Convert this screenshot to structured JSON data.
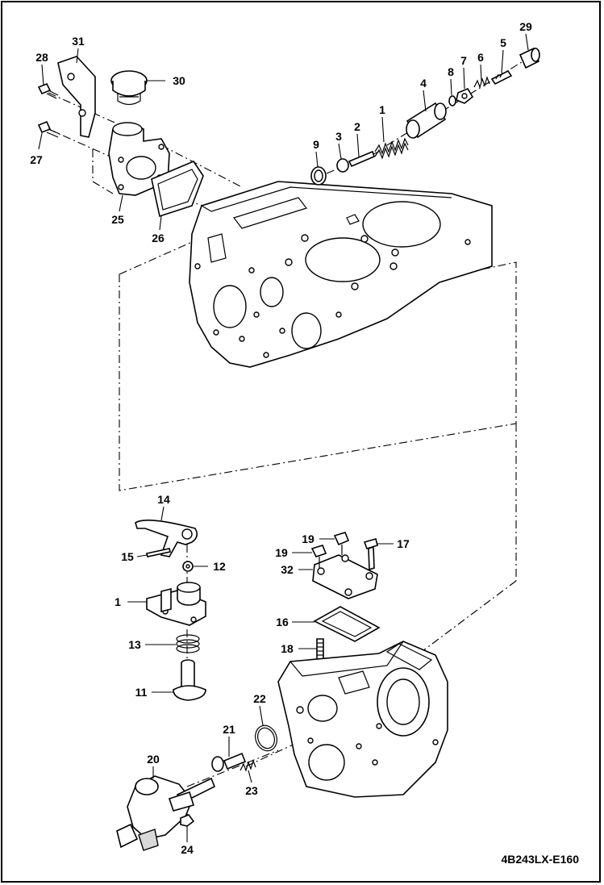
{
  "diagram": {
    "drawing_code": "4B243LX-E160",
    "callouts": [
      {
        "id": "c31",
        "label": "31"
      },
      {
        "id": "c28",
        "label": "28"
      },
      {
        "id": "c30",
        "label": "30"
      },
      {
        "id": "c27",
        "label": "27"
      },
      {
        "id": "c25",
        "label": "25"
      },
      {
        "id": "c26",
        "label": "26"
      },
      {
        "id": "c29",
        "label": "29"
      },
      {
        "id": "c5",
        "label": "5"
      },
      {
        "id": "c7",
        "label": "7"
      },
      {
        "id": "c6",
        "label": "6"
      },
      {
        "id": "c4",
        "label": "4"
      },
      {
        "id": "c8",
        "label": "8"
      },
      {
        "id": "c1",
        "label": "1"
      },
      {
        "id": "c2",
        "label": "2"
      },
      {
        "id": "c3",
        "label": "3"
      },
      {
        "id": "c9",
        "label": "9"
      },
      {
        "id": "c14",
        "label": "14"
      },
      {
        "id": "c15",
        "label": "15"
      },
      {
        "id": "c12",
        "label": "12"
      },
      {
        "id": "c10",
        "label": "1"
      },
      {
        "id": "c13",
        "label": "13"
      },
      {
        "id": "c11",
        "label": "11"
      },
      {
        "id": "c19a",
        "label": "19"
      },
      {
        "id": "c19b",
        "label": "19"
      },
      {
        "id": "c17",
        "label": "17"
      },
      {
        "id": "c32",
        "label": "32"
      },
      {
        "id": "c16",
        "label": "16"
      },
      {
        "id": "c18",
        "label": "18"
      },
      {
        "id": "c22",
        "label": "22"
      },
      {
        "id": "c21",
        "label": "21"
      },
      {
        "id": "c20",
        "label": "20"
      },
      {
        "id": "c23",
        "label": "23"
      },
      {
        "id": "c24",
        "label": "24"
      }
    ]
  }
}
